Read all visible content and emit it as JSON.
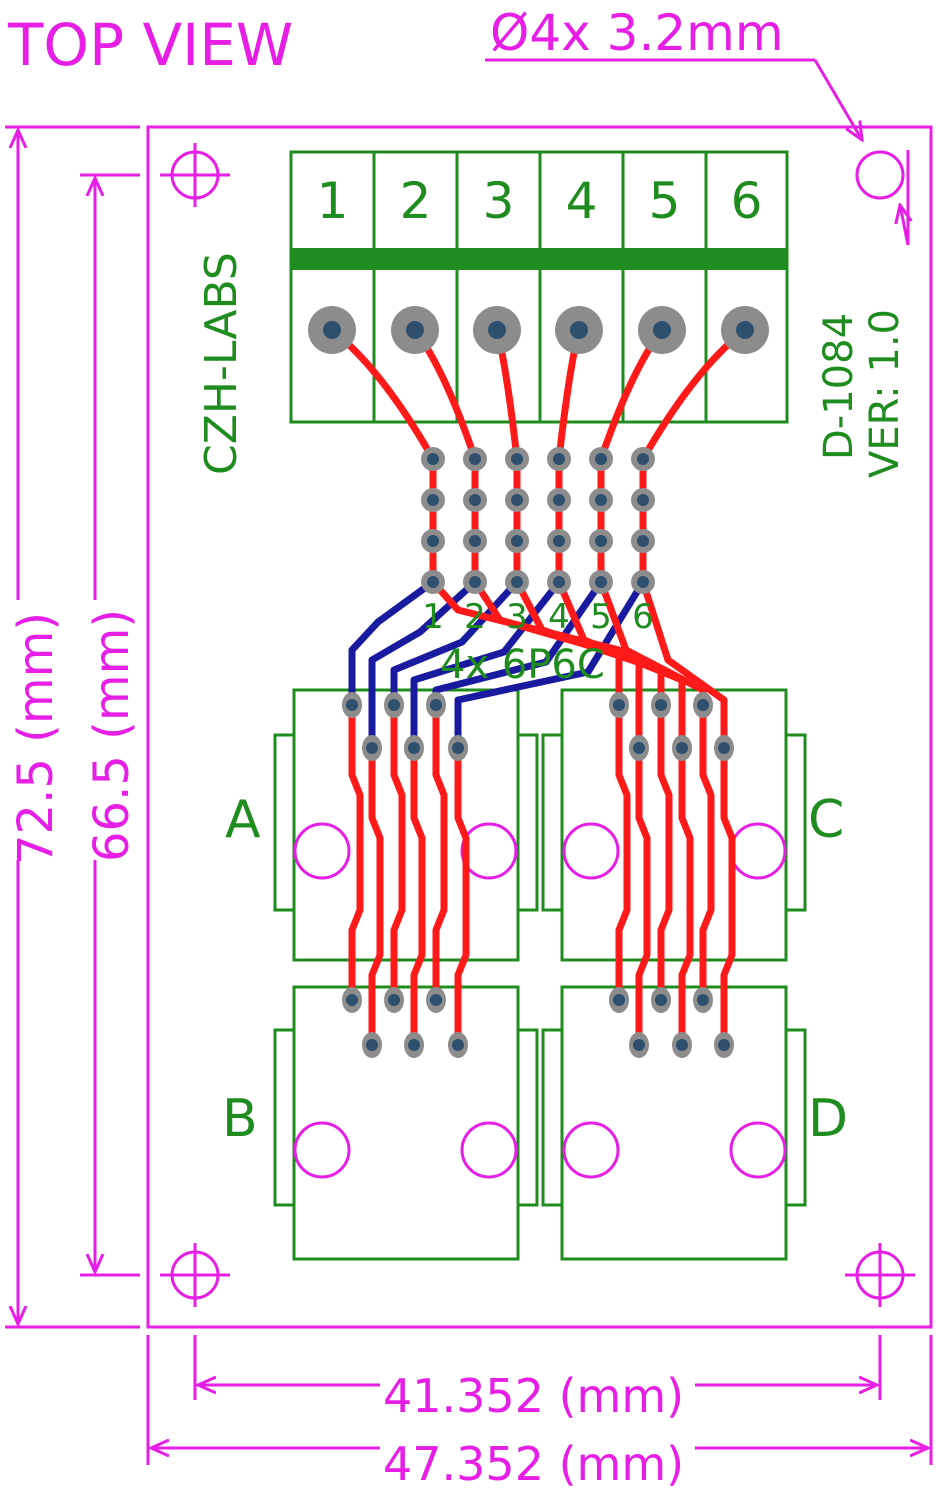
{
  "view_label": "TOP VIEW",
  "hole_spec": "Ø4x  3.2mm",
  "dims": {
    "outer_height": "72.5 (mm)",
    "inner_height": "66.5 (mm)",
    "inner_width": "41.352 (mm)",
    "outer_width": "47.352 (mm)"
  },
  "brand": "CZH-LABS",
  "part_number": "D-1084",
  "version": "VER: 1.0",
  "terminal_numbers": [
    "1",
    "2",
    "3",
    "4",
    "5",
    "6"
  ],
  "header_pin_numbers": [
    "1",
    "2",
    "3",
    "4",
    "5",
    "6"
  ],
  "connector_note": "4x 6P6C",
  "jack_labels": {
    "a": "A",
    "b": "B",
    "c": "C",
    "d": "D"
  },
  "colors": {
    "dimension": "#e61ee6",
    "silkscreen": "#1e8c1e",
    "top_copper": "#ff1a1a",
    "bottom_copper": "#1a1aa0",
    "pad": "#8c8c8c",
    "drill": "#2f4f6f"
  }
}
